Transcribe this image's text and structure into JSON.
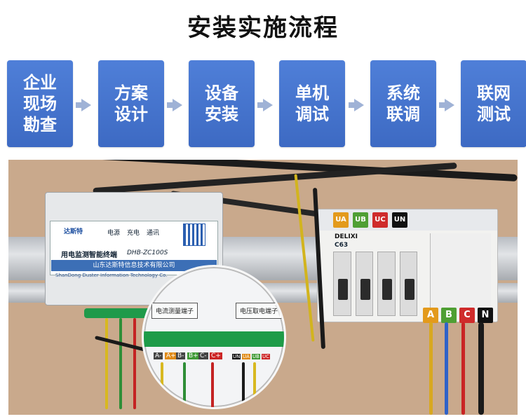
{
  "title": "安装实施流程",
  "steps": [
    {
      "lines": [
        "企业",
        "现场",
        "勘查"
      ]
    },
    {
      "lines": [
        "方案",
        "设计"
      ]
    },
    {
      "lines": [
        "设备",
        "安装"
      ]
    },
    {
      "lines": [
        "单机",
        "调试"
      ]
    },
    {
      "lines": [
        "系统",
        "联调"
      ]
    },
    {
      "lines": [
        "联网",
        "测试"
      ]
    }
  ],
  "photo": {
    "device": {
      "brand": "达斯特",
      "indicators": [
        "电源",
        "充电",
        "通讯"
      ],
      "name": "用电监测智能终端",
      "model": "DHB-ZC100S",
      "company_cn": "山东达斯特信息技术有限公司",
      "company_en": "ShanDong Duster Information Technology Co."
    },
    "inset": {
      "current_label": "电流测量端子",
      "voltage_label": "电压取电端子",
      "current_terms": [
        "A-",
        "A+",
        "B-",
        "B+",
        "C-",
        "C+"
      ],
      "voltage_terms": [
        "UN",
        "UA",
        "UB",
        "UC"
      ]
    },
    "breaker": {
      "brand": "DELIXI",
      "rating": "C63",
      "voltage_tags": [
        "UA",
        "UB",
        "UC",
        "UN"
      ],
      "phase_tags": [
        "A",
        "B",
        "C",
        "N"
      ]
    }
  },
  "colors": {
    "step_blue": "#4676cf",
    "arrow": "#9fb2d6",
    "phase_a": "#e8a020",
    "phase_b": "#5aa632",
    "phase_c": "#d4282a",
    "phase_n": "#111111"
  }
}
